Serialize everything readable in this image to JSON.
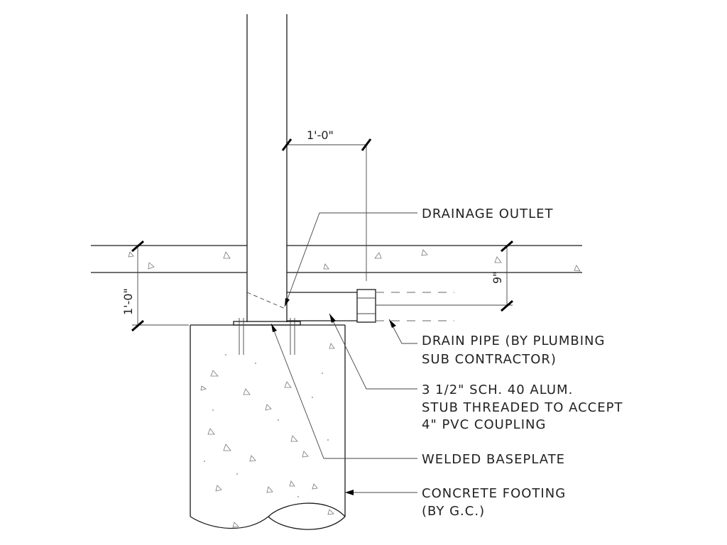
{
  "callouts": {
    "drainage_outlet": "DRAINAGE OUTLET",
    "drain_pipe_1": "DRAIN PIPE (BY PLUMBING",
    "drain_pipe_2": "SUB CONTRACTOR)",
    "stub_1": "3 1/2\" SCH. 40 ALUM.",
    "stub_2": "STUB THREADED TO ACCEPT",
    "stub_3": "4\" PVC COUPLING",
    "baseplate": "WELDED BASEPLATE",
    "footing_1": "CONCRETE FOOTING",
    "footing_2": "(BY G.C.)"
  },
  "dimensions": {
    "top_offset": "1'-0\"",
    "left_depth": "1'-0\"",
    "right_depth": "9\""
  }
}
